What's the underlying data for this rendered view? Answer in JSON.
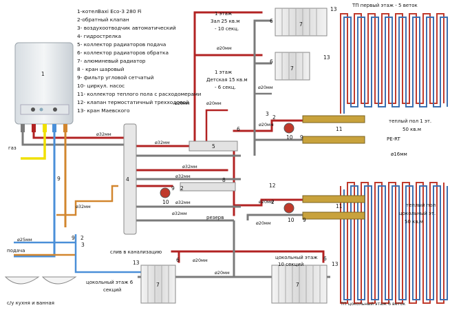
{
  "legend": [
    "1-котелBaxi Eco-3 280 Fi",
    "2-обратный клапан",
    "3- воздухоотводчик автоматический",
    "4- гидрострелка",
    "5- коллектор радиаторов подача",
    "6- коллектор радиаторов обратка",
    "7- алюминевый радиатор",
    "8 - кран шаровый",
    "9- фильтр угловой сетчатый",
    "10- циркул. насос",
    "11- коллектор теплого пола с расходомерами",
    "12- клапан термостатичный трехходовой",
    "13- кран Маевского"
  ],
  "boiler_number": "1",
  "rooms": {
    "floor1_zal": [
      "1 этаж",
      "Зал 25 кв.м",
      "- 10 секц."
    ],
    "floor1_det": [
      "1 этаж",
      "Детская 15 кв.м",
      "- 6 секц."
    ],
    "tp_first": "ТП первый этаж - 5 веток",
    "tp_first_room": [
      "теплый пол 1 эт.",
      "50 кв.м"
    ],
    "pert": [
      "PE-RT",
      "ø16мм"
    ],
    "tp_basement_room": [
      "теплый пол",
      "цокольный эт.",
      "50 кв.м"
    ],
    "tp_basement": "ТП цокольный этаж 6 веток",
    "basement_left": [
      "цокольный этаж 6",
      "секций"
    ],
    "basement_right": [
      "цокольный этаж",
      "10 секций"
    ]
  },
  "labels": {
    "gas": "газ",
    "supply": "подача",
    "sink": "с/у кухня и ванная",
    "drain": "слив в канализацию",
    "reserve": "резерв"
  },
  "pipe_sizes": {
    "p20": "ø20мм",
    "p32": "ø32мм",
    "p25": "ø25мм"
  },
  "numbers": {
    "n1": "1",
    "n2": "2",
    "n3": "3",
    "n4": "4",
    "n5": "5",
    "n6": "6",
    "n7": "7",
    "n8": "8",
    "n9": "9",
    "n10": "10",
    "n11": "11",
    "n12": "12",
    "n13": "13"
  },
  "colors": {
    "supply_pipe": "#b22222",
    "return_pipe": "#7a7a7a",
    "gas_pipe": "#f0e000",
    "cold_water": "#4a8fd8",
    "dhw_pipe": "#d2862e",
    "radiator": "#e6e6e6",
    "manifold": "#c8a23c"
  }
}
